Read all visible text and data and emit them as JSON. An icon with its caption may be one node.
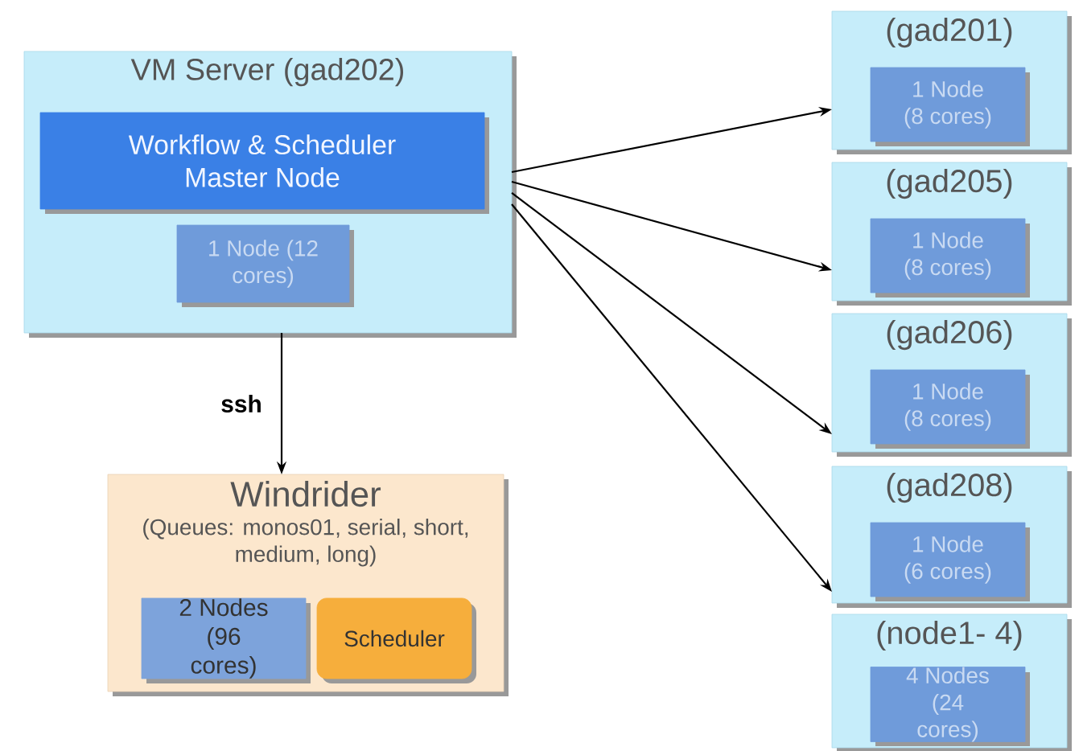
{
  "diagram": {
    "nodes": [
      {
        "text": [
          "VM Server (gad202)"
        ]
      },
      {
        "text": [
          "Workflow & Scheduler Master Node"
        ],
        "in": 0
      },
      {
        "text": [
          "1 Node (12 cores)"
        ],
        "in": 0
      },
      {
        "text": [
          "Windrider",
          "(Queues: monos01, serial, short, medium, long)"
        ]
      },
      {
        "text": [
          "2 Nodes (96 cores)"
        ],
        "in": 3
      },
      {
        "text": [
          "Scheduler"
        ],
        "in": 3
      },
      {
        "text": [
          "(gad201)"
        ]
      },
      {
        "text": [
          "1 Node (8 cores)"
        ],
        "in": 6
      },
      {
        "text": [
          "(gad205)"
        ]
      },
      {
        "text": [
          "1 Node (8 cores)"
        ],
        "in": 8
      },
      {
        "text": [
          "(gad206)"
        ]
      },
      {
        "text": [
          "1 Node (8 cores)"
        ],
        "in": 10
      },
      {
        "text": [
          "(gad208)"
        ]
      },
      {
        "text": [
          "1 Node (6 cores)"
        ],
        "in": 12
      },
      {
        "text": [
          "(node1- 4)"
        ]
      },
      {
        "text": [
          "4 Nodes (24 cores)"
        ],
        "in": 14
      }
    ],
    "edges": [
      {
        "from": 0,
        "to": 3,
        "arrow": "to",
        "label": "ssh"
      },
      {
        "from": 0,
        "to": 6,
        "arrow": "to"
      },
      {
        "from": 0,
        "to": 8,
        "arrow": "to"
      },
      {
        "from": 0,
        "to": 10,
        "arrow": "to"
      },
      {
        "from": 0,
        "to": 12,
        "arrow": "to"
      }
    ]
  }
}
